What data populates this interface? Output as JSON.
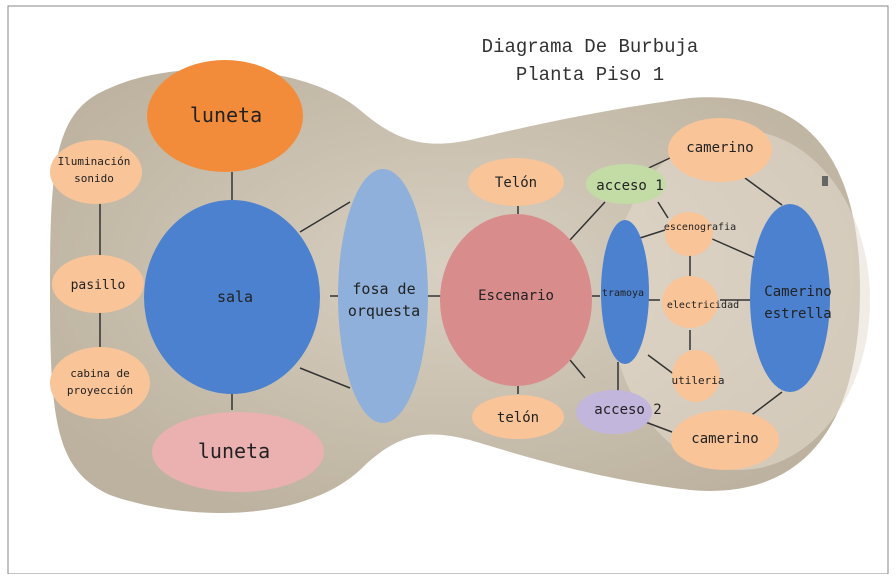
{
  "title_line1": "Diagrama De Burbuja",
  "title_line2": "Planta Piso 1",
  "colors": {
    "floor": "#c9bfae",
    "peach": "#f9c498",
    "orange": "#f28c3a",
    "blue": "#4b81cf",
    "light_blue": "#8eb0da",
    "rose": "#d98c8c",
    "pink": "#ebb1b1",
    "green": "#c3dca5",
    "lavender": "#c2b6dc"
  },
  "nodes": {
    "luneta_top": "luneta",
    "iluminacion_1": "Iluminación",
    "iluminacion_2": "sonido",
    "pasillo": "pasillo",
    "cabina_1": "cabina de",
    "cabina_2": "proyección",
    "sala": "sala",
    "luneta_bottom": "luneta",
    "fosa_1": "fosa de",
    "fosa_2": "orquesta",
    "telon_top": "Telón",
    "escenario": "Escenario",
    "telon_bottom": "telón",
    "acceso1": "acceso 1",
    "acceso2": "acceso 2",
    "tramoya": "tramoya",
    "escenografia": "escenografia",
    "electricidad": "electricidad",
    "utileria": "utileria",
    "camerino_top": "camerino",
    "camerino_bottom": "camerino",
    "camerino_estrella_1": "Camerino",
    "camerino_estrella_2": "estrella"
  }
}
